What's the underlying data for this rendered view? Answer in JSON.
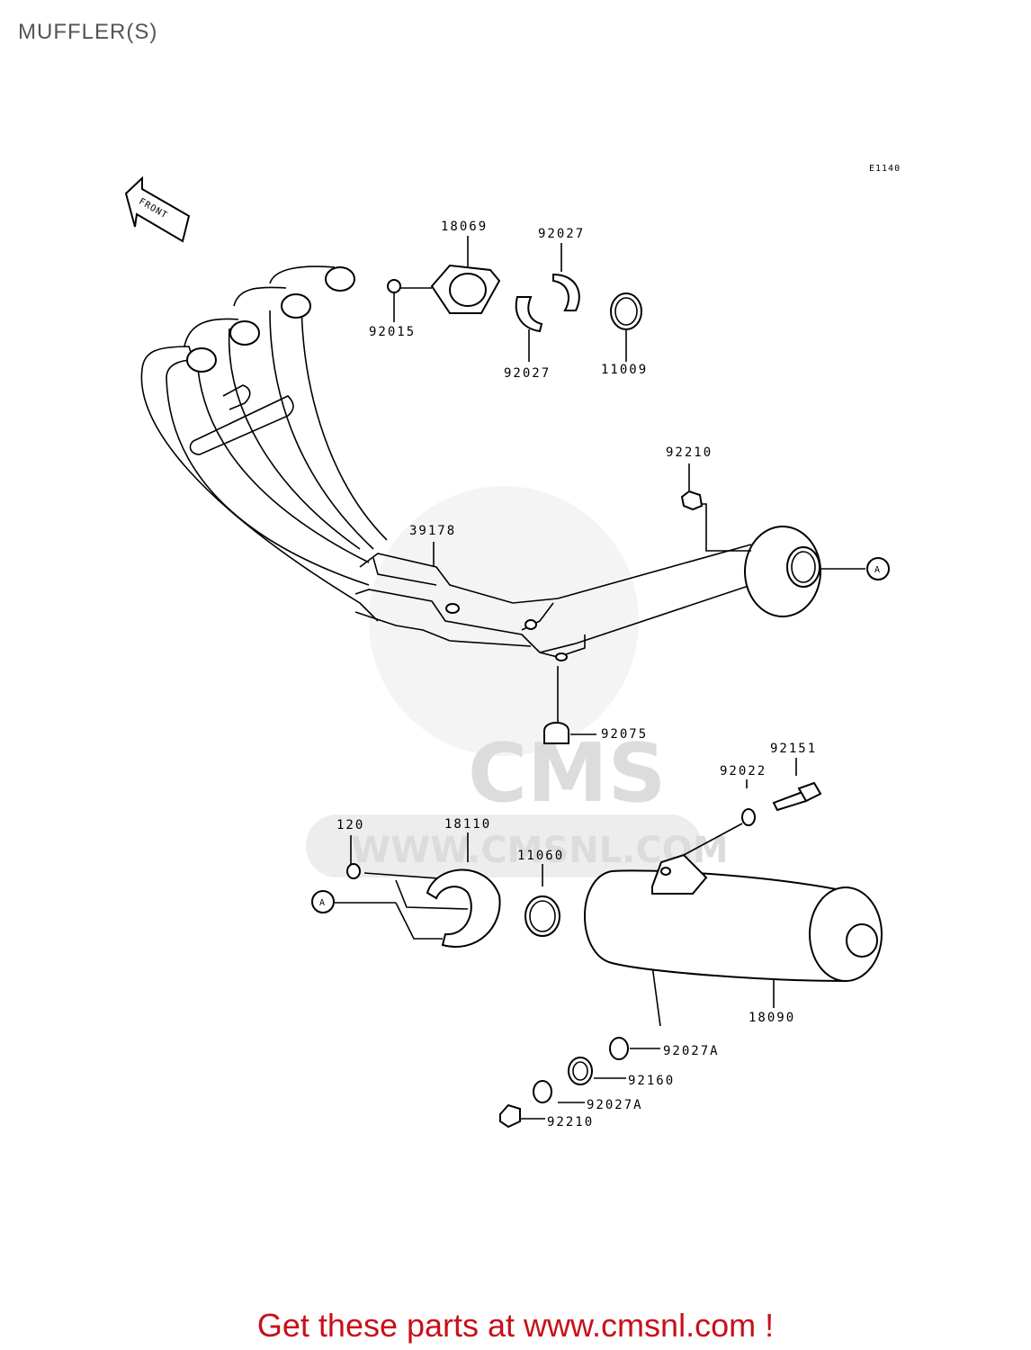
{
  "page": {
    "title": "MUFFLER(S)",
    "footer": "Get these parts at www.cmsnl.com !"
  },
  "diagram": {
    "code": "E1140",
    "front_label": "FRONT",
    "watermark": {
      "brand": "CMS",
      "url": "WWW.CMSNL.COM"
    },
    "callouts": [
      {
        "id": "ref-a-upper",
        "text": "A"
      },
      {
        "id": "ref-a-lower",
        "text": "A"
      }
    ],
    "parts": [
      {
        "id": "p18069",
        "number": "18069"
      },
      {
        "id": "p92027-top",
        "number": "92027"
      },
      {
        "id": "p92015",
        "number": "92015"
      },
      {
        "id": "p92027-mid",
        "number": "92027"
      },
      {
        "id": "p11009",
        "number": "11009"
      },
      {
        "id": "p92210-top",
        "number": "92210"
      },
      {
        "id": "p39178",
        "number": "39178"
      },
      {
        "id": "p92075",
        "number": "92075"
      },
      {
        "id": "p92151",
        "number": "92151"
      },
      {
        "id": "p92022",
        "number": "92022"
      },
      {
        "id": "p120",
        "number": "120"
      },
      {
        "id": "p18110",
        "number": "18110"
      },
      {
        "id": "p11060",
        "number": "11060"
      },
      {
        "id": "p18090",
        "number": "18090"
      },
      {
        "id": "p92027A-1",
        "number": "92027A"
      },
      {
        "id": "p92160",
        "number": "92160"
      },
      {
        "id": "p92027A-2",
        "number": "92027A"
      },
      {
        "id": "p92210-bot",
        "number": "92210"
      }
    ]
  }
}
